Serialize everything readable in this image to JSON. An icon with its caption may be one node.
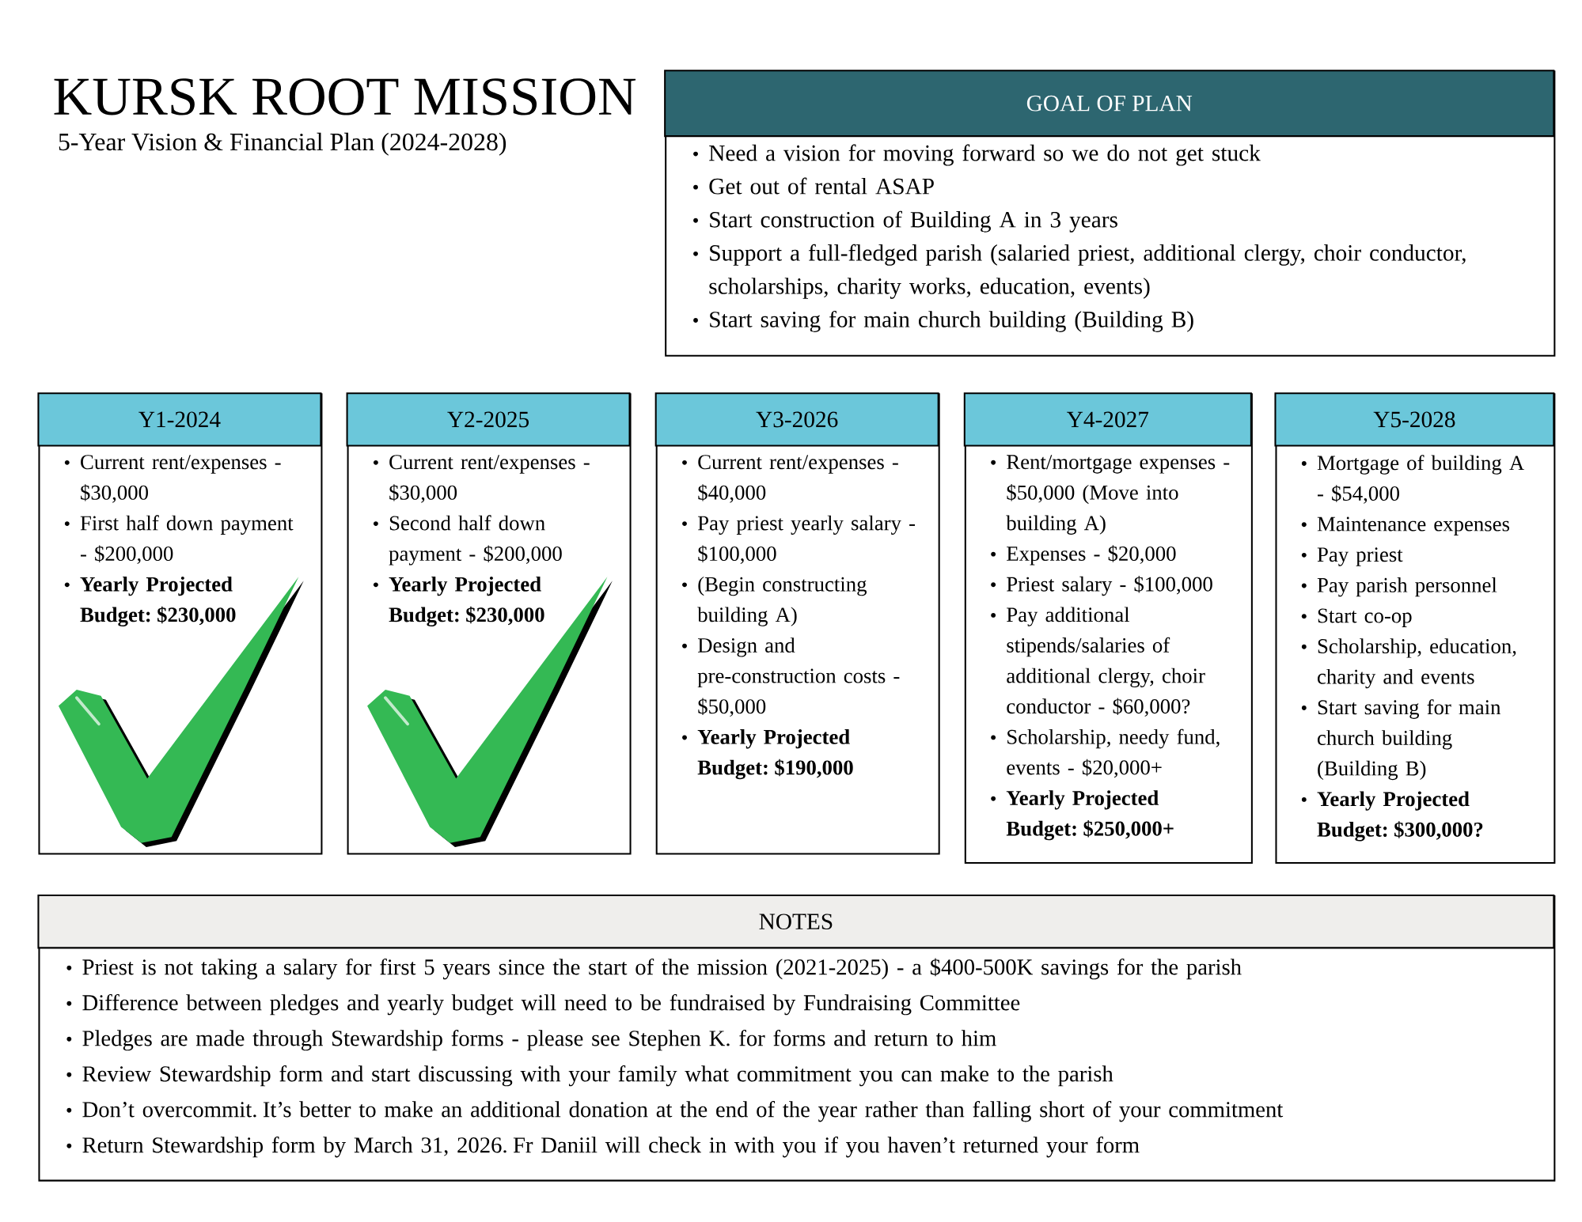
{
  "diagram": {
    "title": "KURSK ROOT MISSION",
    "nodes": [
      {
        "text": [
          "GOAL OF PLAN",
          "Need a vision for moving forward so we do not get stuck",
          "Get out of rental ASAP",
          "Start construction of Building A in 3 years",
          "Support a full-fledged parish (salaried priest, additional clergy, choir conductor, scholarships, charity works, education, events)",
          "Start saving for main church building (Building B)"
        ]
      },
      {
        "text": [
          "Y1-2024",
          "Current rent/expenses - $30,000",
          "First half down payment - $200,000",
          "Yearly Projected Budget: $230,000"
        ]
      },
      {
        "text": [
          "Y2-2025",
          "Current rent/expenses - $30,000",
          "Second half down payment - $200,000",
          "Yearly Projected Budget: $230,000"
        ]
      },
      {
        "text": [
          "Y3-2026",
          "Current rent/expenses - $40,000",
          "Pay priest yearly salary - $100,000",
          "(Begin constructing building A)",
          "Design and pre-construction costs - $50,000",
          "Yearly Projected Budget: $190,000"
        ]
      },
      {
        "text": [
          "Y4-2027",
          "Rent/mortgage expenses - $50,000 (Move into building A)",
          "Expenses - $20,000",
          "Priest salary - $100,000",
          "Pay additional stipends/salaries of additional clergy, choir conductor - $60,000?",
          "Scholarship, needy fund, events - $20,000+",
          "Yearly Projected Budget: $250,000+"
        ]
      },
      {
        "text": [
          "Y5-2028",
          "Mortgage of building A - $54,000",
          "Maintenance expenses",
          "Pay priest",
          "Pay parish personnel",
          "Start co-op",
          "Scholarship, education, charity and events",
          "Start saving for main church building (Building B)",
          "Yearly Projected Budget: $300,000?"
        ]
      },
      {
        "text": [
          "NOTES",
          "Priest is not taking a salary for first 5 years since the start of the mission (2021-2025) - a $400-500K savings for the parish",
          "Difference between pledges and yearly budget will need to be fundraised by Fundraising Committee",
          "Pledges are made through Stewardship forms - please see Stephen K. for forms and return to him",
          "Review Stewardship form and start discussing with your family what commitment you can make to the parish",
          "Don’t overcommit. It’s better to make an additional donation at the end of the year rather than falling short of your commitment",
          "Return Stewardship form by March 31, 2026. Fr Daniil will check in with you if you haven’t returned your form"
        ]
      }
    ],
    "labels": [
      "5-Year Vision & Financial Plan (2024-2028)"
    ]
  }
}
